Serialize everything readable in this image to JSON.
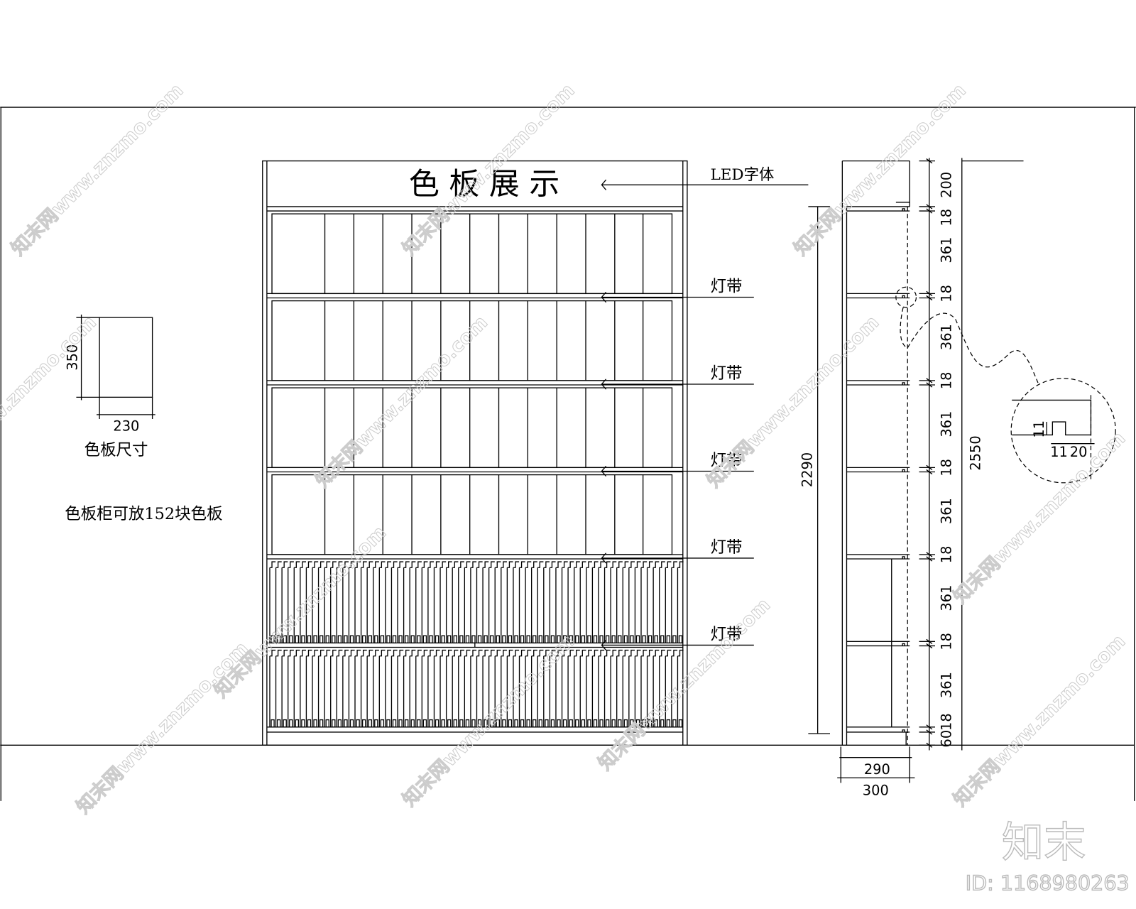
{
  "title": "色 板 展 示",
  "led_label": "LED字体",
  "light_strip_labels": [
    "灯带",
    "灯带",
    "灯带",
    "灯带",
    "灯带"
  ],
  "swatch": {
    "height": "350",
    "width": "230",
    "caption": "色板尺寸"
  },
  "capacity_note": "色板柜可放152块色板",
  "overall_height_inner": "2290",
  "overall_height": "2550",
  "side_dims": [
    "200",
    "18",
    "361",
    "18",
    "361",
    "18",
    "361",
    "18",
    "361",
    "18",
    "361",
    "18",
    "361",
    "18",
    "60"
  ],
  "depth_inner": "290",
  "depth_outer": "300",
  "detail_dims": {
    "notch_height": "11",
    "notch_width": "11",
    "edge": "20"
  },
  "watermark": "知末网www.znzmo.com",
  "logo": "知末",
  "image_id": "ID: 1168980263"
}
